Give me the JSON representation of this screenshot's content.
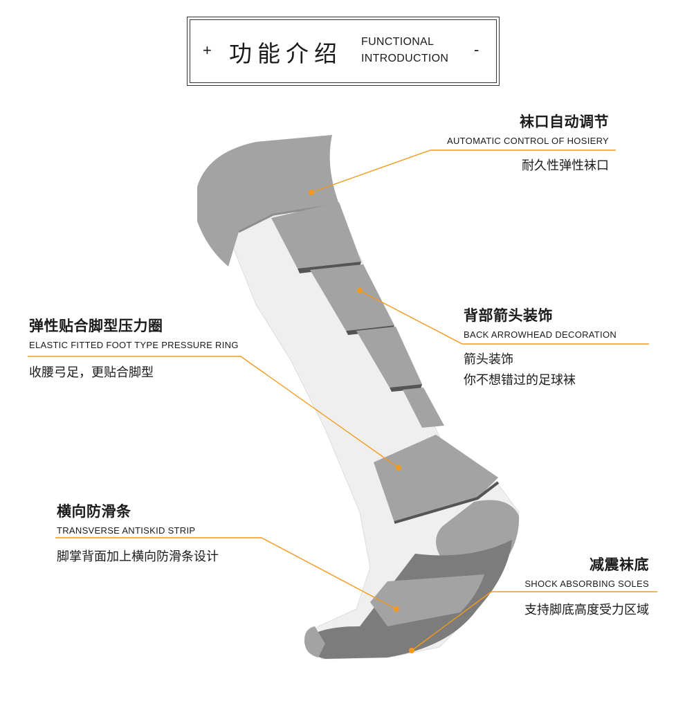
{
  "header": {
    "plus": "+",
    "title_cn": "功能介绍",
    "title_en_line1": "FUNCTIONAL",
    "title_en_line2": "INTRODUCTION",
    "minus": "-"
  },
  "annotations": {
    "cuff": {
      "title": "袜口自动调节",
      "subtitle": "AUTOMATIC CONTROL OF HOSIERY",
      "desc": "耐久性弹性袜口"
    },
    "arrow": {
      "title": "背部箭头装饰",
      "subtitle": "BACK ARROWHEAD DECORATION",
      "desc_line1": "箭头装饰",
      "desc_line2": "你不想错过的足球袜"
    },
    "ring": {
      "title": "弹性贴合脚型压力圈",
      "subtitle": "ELASTIC FITTED FOOT TYPE PRESSURE RING",
      "desc": "收腰弓足，更贴合脚型"
    },
    "strip": {
      "title": "横向防滑条",
      "subtitle": "TRANSVERSE ANTISKID STRIP",
      "desc": "脚掌背面加上横向防滑条设计"
    },
    "sole": {
      "title": "减震袜底",
      "subtitle": "SHOCK ABSORBING SOLES",
      "desc": "支持脚底高度受力区域"
    }
  },
  "colors": {
    "leader": "#f39a1e",
    "sock_gray": "#a3a3a3",
    "sock_light": "#efefef",
    "sock_dark": "#7c7c7c"
  }
}
